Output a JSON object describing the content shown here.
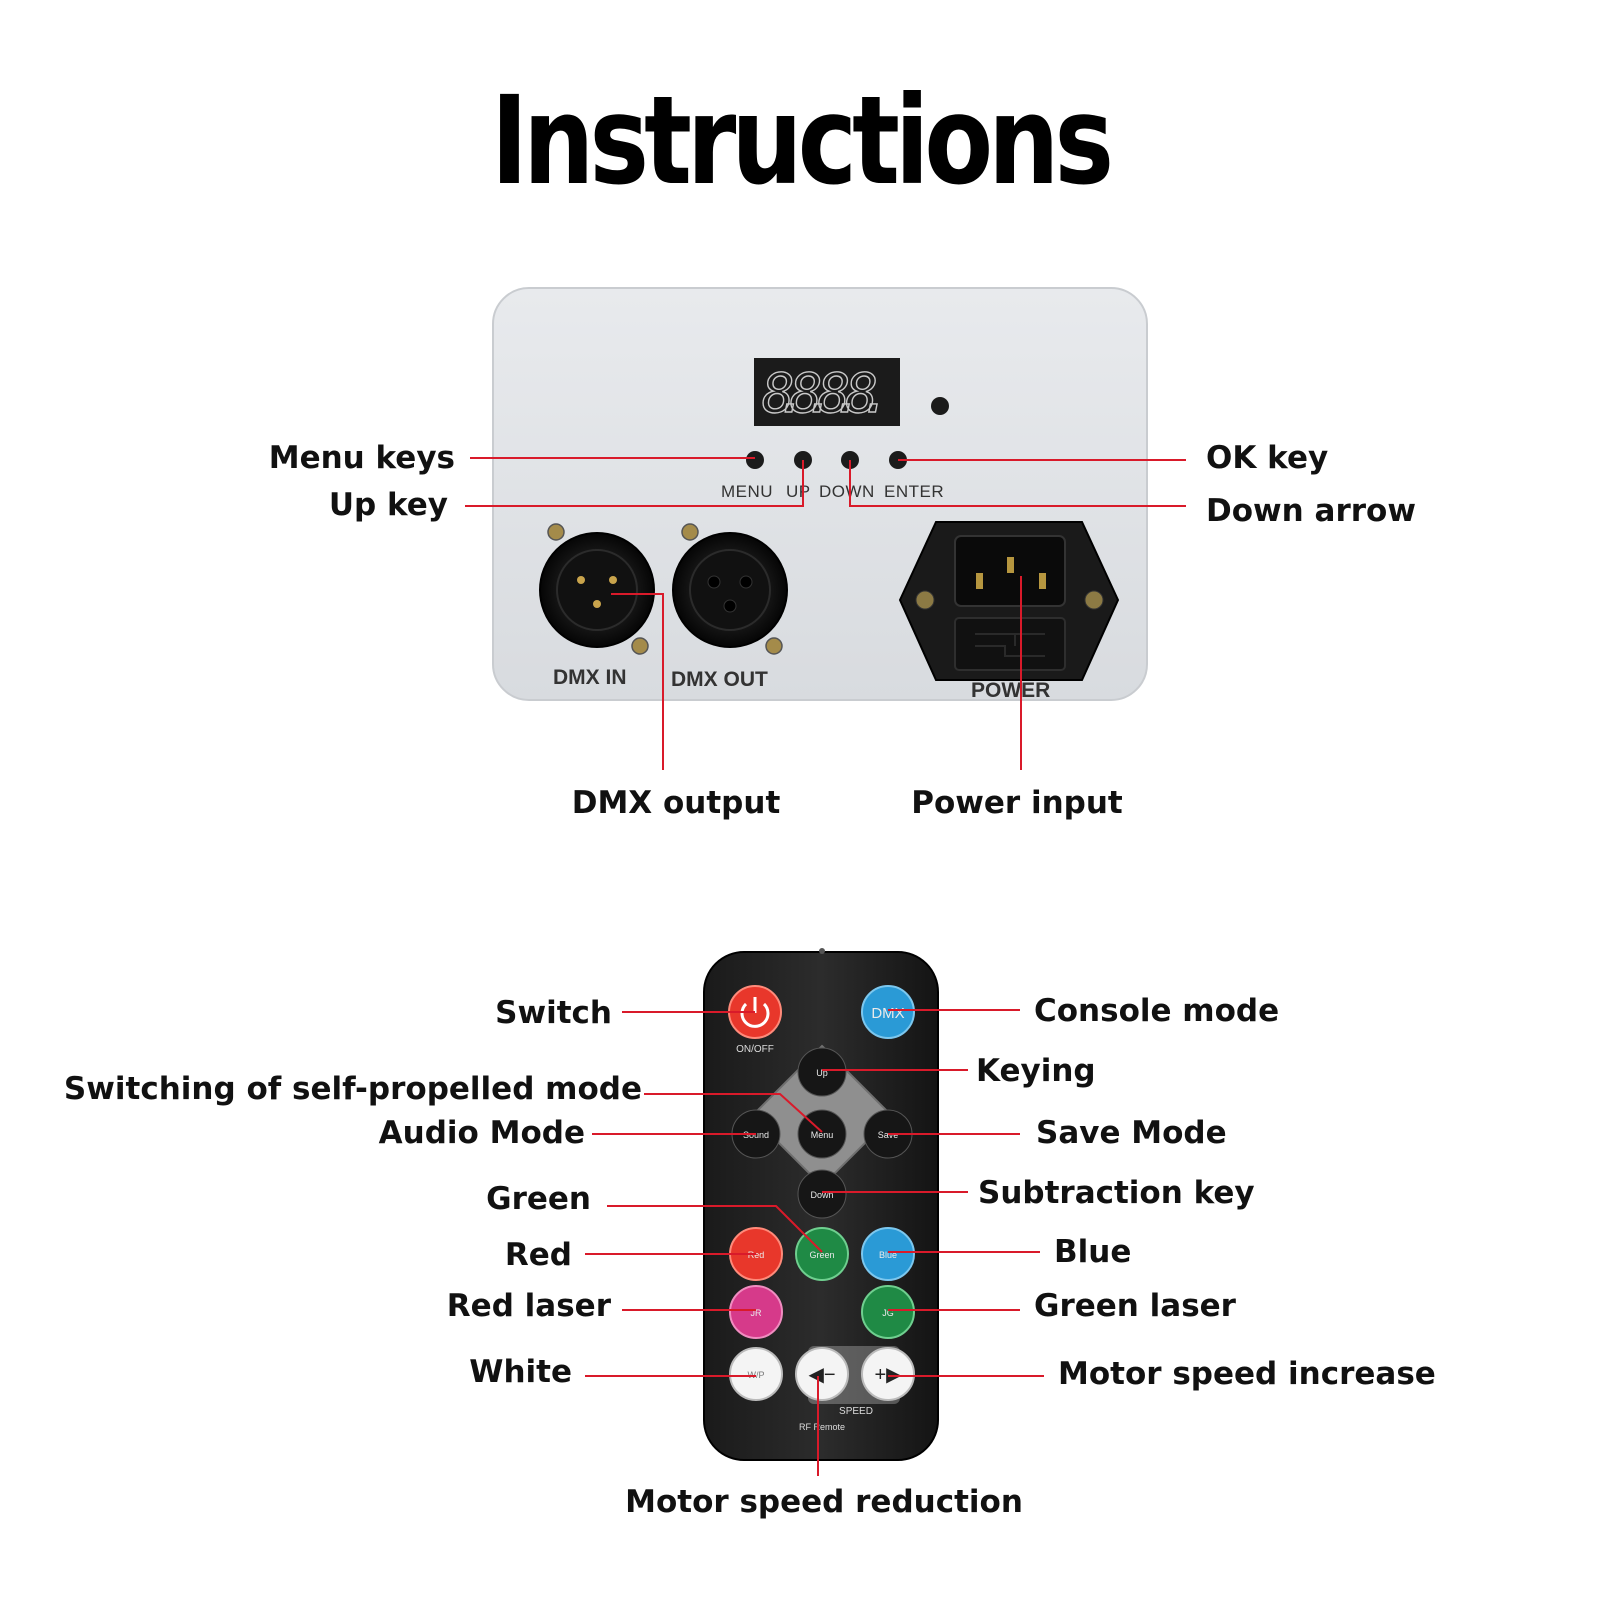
{
  "title": "Instructions",
  "panel": {
    "display": "8.8.8.8.",
    "buttons": [
      "MENU",
      "UP",
      "DOWN",
      "ENTER"
    ],
    "ports": {
      "dmx_in": "DMX IN",
      "dmx_out": "DMX OUT",
      "power": "POWER"
    },
    "callouts": {
      "menu_keys": "Menu keys",
      "up_key": "Up key",
      "ok_key": "OK key",
      "down_arrow": "Down arrow",
      "dmx_output": "DMX output",
      "power_input": "Power input"
    }
  },
  "remote": {
    "keys": {
      "onoff": "ON/OFF",
      "dmx": "DMX",
      "up": "Up",
      "sound": "Sound",
      "menu": "Menu",
      "save": "Save",
      "down": "Down",
      "red": "Red",
      "green": "Green",
      "blue": "Blue",
      "jr": "JR",
      "jg": "JG",
      "wp": "W/P",
      "speed_minus": "◀−",
      "speed_plus": "+▶",
      "speed": "SPEED",
      "rf_remote": "RF Remote"
    },
    "callouts": {
      "switch": "Switch",
      "console_mode": "Console mode",
      "keying": "Keying",
      "self_propelled": "Switching of self-propelled mode",
      "audio_mode": "Audio Mode",
      "save_mode": "Save Mode",
      "subtraction_key": "Subtraction key",
      "green": "Green",
      "red": "Red",
      "blue": "Blue",
      "red_laser": "Red laser",
      "green_laser": "Green laser",
      "white": "White",
      "motor_speed_increase": "Motor speed increase",
      "motor_speed_reduction": "Motor speed reduction"
    }
  },
  "colors": {
    "leader": "#d91a2a",
    "panel": "#e3e5e8",
    "remote_body": "#222222",
    "key_red": "#e8372b",
    "key_blue": "#2a9ad6",
    "key_green": "#1f8a45",
    "key_magenta": "#d63a8a",
    "key_white": "#f4f4f4"
  }
}
